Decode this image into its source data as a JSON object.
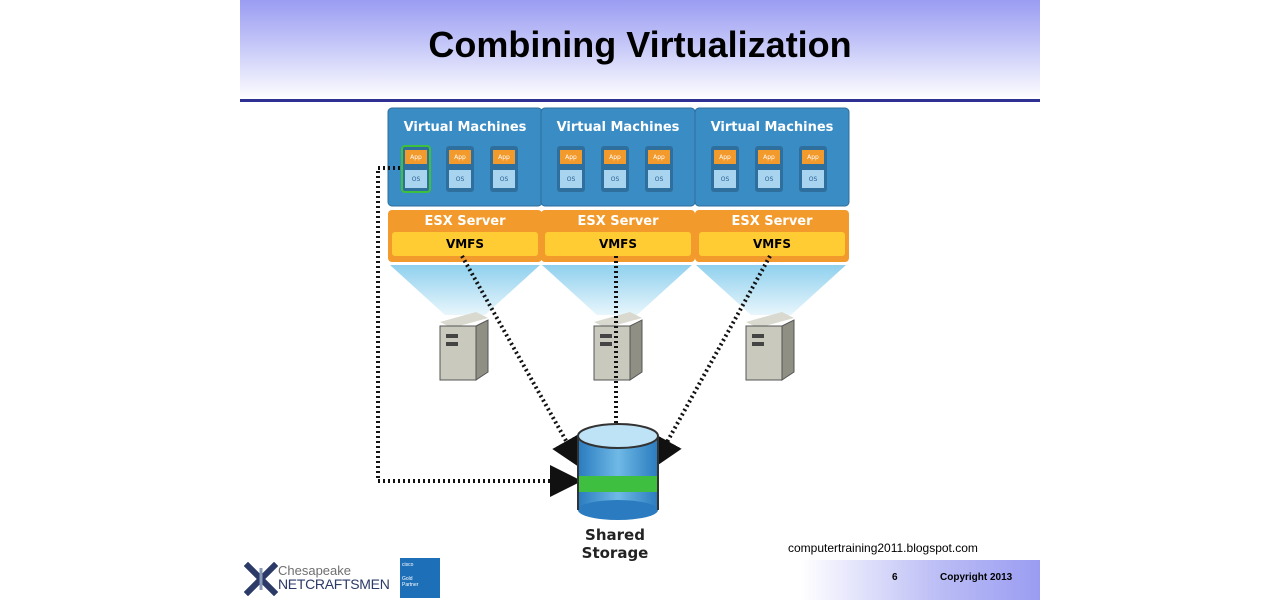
{
  "slide": {
    "title": "Combining Virtualization",
    "source_text": "computertraining2011.blogspot.com",
    "page_number": "6",
    "copyright": "Copyright 2013"
  },
  "diagram": {
    "columns": [
      {
        "vm_title": "Virtual Machines",
        "esx_label": "ESX Server",
        "vmfs_label": "VMFS"
      },
      {
        "vm_title": "Virtual Machines",
        "esx_label": "ESX Server",
        "vmfs_label": "VMFS"
      },
      {
        "vm_title": "Virtual Machines",
        "esx_label": "ESX Server",
        "vmfs_label": "VMFS"
      }
    ],
    "vm_app_label": "App",
    "vm_os_label": "OS",
    "storage_label": "Shared Storage"
  },
  "footer": {
    "logo_line1": "Chesapeake",
    "logo_line2": "NETCRAFTSMEN",
    "badge_line1": "cisco",
    "badge_line2": "Gold",
    "badge_line3": "Partner"
  },
  "colors": {
    "title_band": "#9a9cf2",
    "title_rule": "#2e3192",
    "vm_panel": "#3a8cc4",
    "esx_panel": "#f39a2c",
    "vmfs_bar": "#ffcc33",
    "storage_green": "#3fbf3f",
    "storage_blue": "#2a7bbf"
  }
}
